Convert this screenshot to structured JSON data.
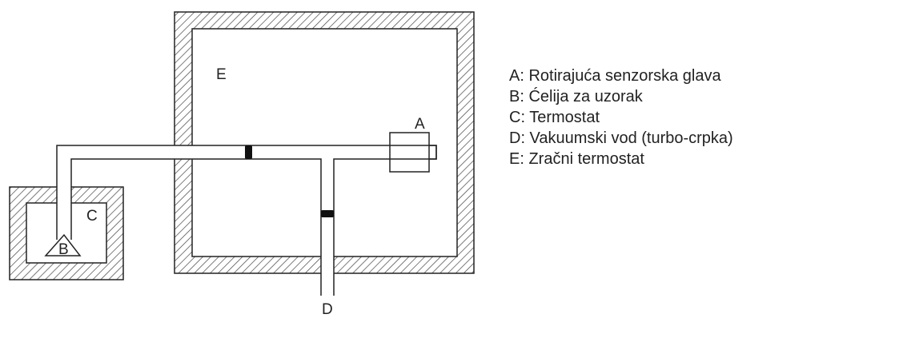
{
  "labels": {
    "A": "A",
    "B": "B",
    "C": "C",
    "D": "D",
    "E": "E"
  },
  "legend": [
    "A: Rotirajuća senzorska glava",
    "B: Ćelija za uzorak",
    "C: Termostat",
    "D: Vakuumski vod (turbo-crpka)",
    "E: Zračni termostat"
  ],
  "colors": {
    "ink": "#222222",
    "background": "#ffffff"
  }
}
